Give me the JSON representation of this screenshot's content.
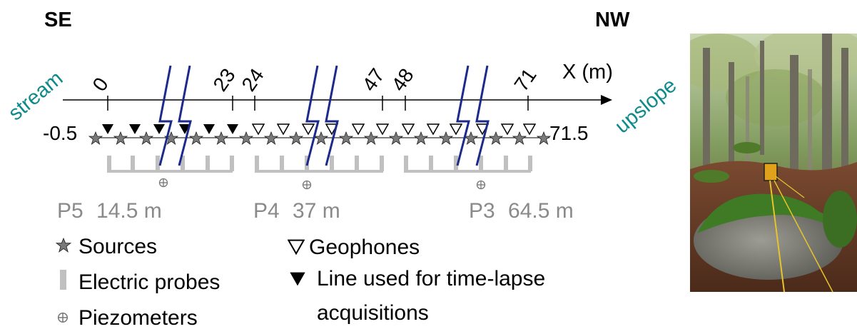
{
  "orientation": {
    "left": "SE",
    "right": "NW"
  },
  "side_labels": {
    "left": "stream",
    "right": "upslope"
  },
  "axis": {
    "label": "X (m)",
    "start_label": "-0.5",
    "end_label": "71.5"
  },
  "ticks": [
    "0",
    "23",
    "24",
    "47",
    "48",
    "71"
  ],
  "piezometers": [
    {
      "id": "P5",
      "distance": "14.5 m"
    },
    {
      "id": "P4",
      "distance": "37 m"
    },
    {
      "id": "P3",
      "distance": "64.5 m"
    }
  ],
  "legend": {
    "sources": "Sources",
    "electric_probes": "Electric probes",
    "piezometers": "Piezometers",
    "geophones": "Geophones",
    "timelapse_line1": "Line used for time-lapse",
    "timelapse_line2": "acquisitions"
  },
  "colors": {
    "teal": "#0e8a8a",
    "break_lines": "#1c2a8c",
    "probes": "#c0c0c0",
    "piezometer_gray": "#8a8a8a",
    "source_star": "#7a7a7a"
  },
  "photo": {
    "description_icon": "field-photo"
  }
}
